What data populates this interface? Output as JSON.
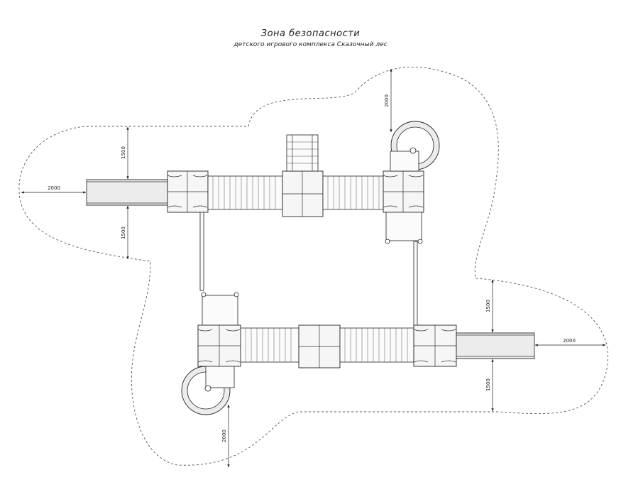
{
  "title": "Зона безопасности",
  "subtitle": "детского игрового комплекса Сказочный лес",
  "dimensions": {
    "slide_left_clearance": "2000",
    "slide_right_clearance": "2000",
    "spiral_top_clearance": "2000",
    "spiral_bottom_clearance": "2000",
    "left_upper_side": "1500",
    "left_lower_side": "1500",
    "right_upper_side": "1500",
    "right_lower_side": "1500"
  },
  "colors": {
    "line": "#222222",
    "zone_outline": "#555555",
    "background": "#ffffff"
  }
}
